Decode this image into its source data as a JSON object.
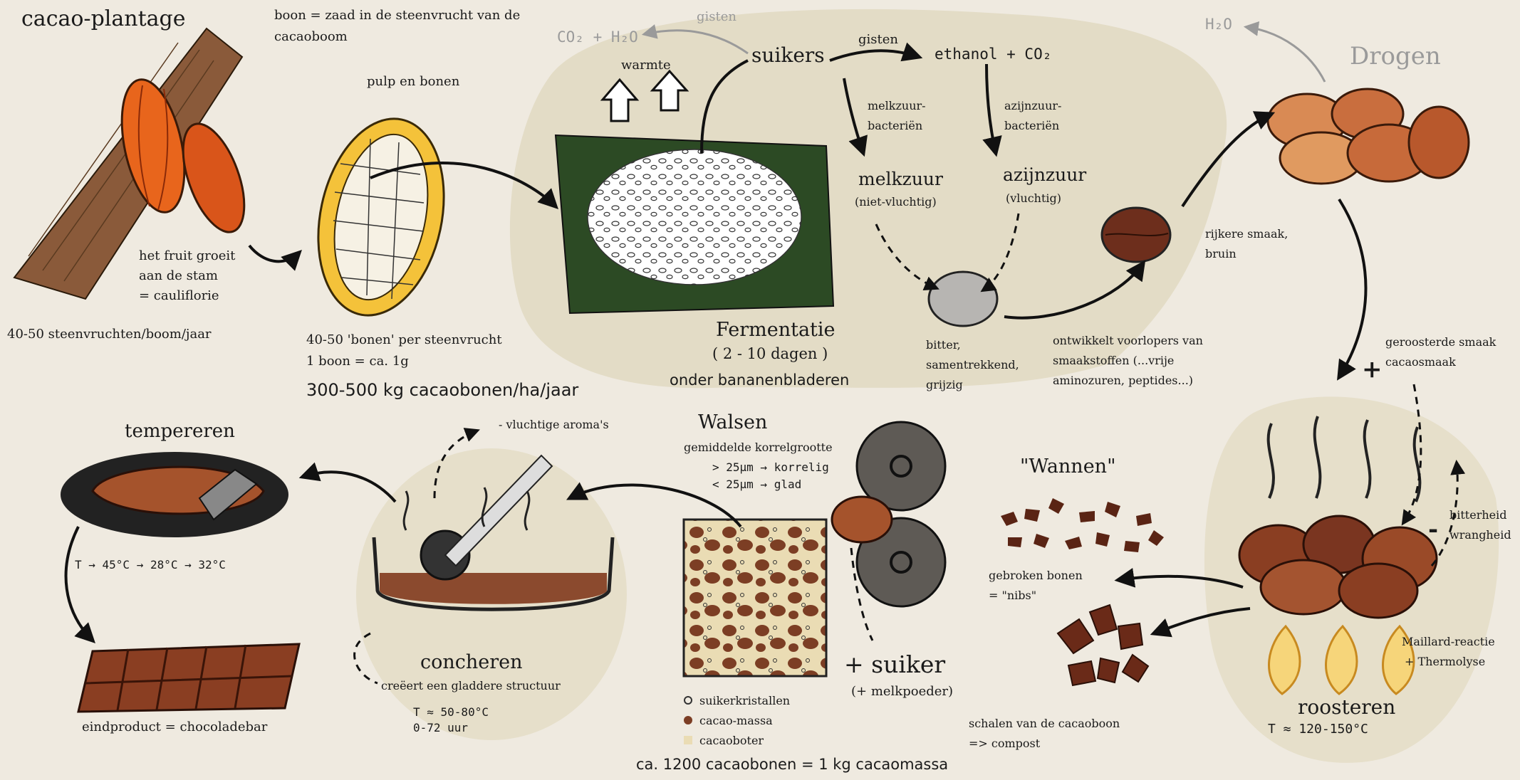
{
  "colors": {
    "background": "#efeae0",
    "blob": "#e3dcc6",
    "pod_orange": "#e8651c",
    "pod_yellow": "#f4c23a",
    "leaf_green": "#2c4a24",
    "bean_brown": "#8a3e22",
    "bean_light": "#c47a4a",
    "cocoa_mass": "#8b4a2e",
    "flame_yellow": "#f6d57a"
  },
  "icons": [
    "cacao-tree-icon",
    "cacao-pod-open-icon",
    "banana-leaf-icon",
    "warmte-arrow-icon",
    "grey-bean-icon",
    "brown-bean-icon",
    "dried-beans-icon",
    "roasting-beans-icon",
    "flame-icon",
    "nibs-icon",
    "shells-icon",
    "roller-mill-icon",
    "cocoa-mass-square-icon",
    "conche-icon",
    "tempering-icon",
    "chocolate-bar-icon"
  ],
  "plantation": {
    "title": "cacao-plantage",
    "note1": "het fruit groeit",
    "note2": "aan de stam",
    "note3": "= cauliflorie",
    "yield": "40-50 steenvruchten/boom/jaar"
  },
  "pod": {
    "def1": "boon = zaad in de steenvrucht van de",
    "def2": "cacaoboom",
    "pulp": "pulp en bonen",
    "beans1": "40-50 'bonen' per steenvrucht",
    "beans2": "1 boon = ca. 1g",
    "yield_ha": "300-500 kg cacaobonen/ha/jaar"
  },
  "fermentation": {
    "gisten_left": "gisten",
    "co2_h2o": "CO₂ + H₂O",
    "warmte": "warmte",
    "suikers": "suikers",
    "gisten_right": "gisten",
    "ethanol": "ethanol + CO₂",
    "lactic_bact1": "melkzuur-",
    "lactic_bact2": "bacteriën",
    "acetic_bact1": "azijnzuur-",
    "acetic_bact2": "bacteriën",
    "lactic": "melkzuur",
    "lactic_sub": "(niet-vluchtig)",
    "acetic": "azijnzuur",
    "acetic_sub": "(vluchtig)",
    "title": "Fermentatie",
    "duration": "( 2 - 10 dagen )",
    "under": "onder bananenbladeren",
    "bitter1": "bitter,",
    "bitter2": "samentrekkend,",
    "bitter3": "grijzig",
    "develops1": "ontwikkelt voorlopers van",
    "develops2": "smaakstoffen (...vrije",
    "develops3": "aminozuren, peptides...)",
    "richer1": "rijkere smaak,",
    "richer2": "bruin"
  },
  "drying": {
    "h2o": "H₂O",
    "title": "Drogen"
  },
  "roasting": {
    "plus": "+",
    "plus1": "geroosterde smaak",
    "plus2": "cacaosmaak",
    "minus": "-",
    "minus1": "bitterheid",
    "minus2": "wrangheid",
    "maillard1": "Maillard-reactie",
    "maillard2": "+ Thermolyse",
    "title": "roosteren",
    "temp": "T ≈ 120-150°C"
  },
  "winnowing": {
    "title": "\"Wannen\"",
    "nibs1": "gebroken bonen",
    "nibs2": "= \"nibs\"",
    "shells1": "schalen van de cacaoboon",
    "shells2": "=> compost"
  },
  "milling": {
    "title": "Walsen",
    "grain": "gemiddelde korrelgrootte",
    "coarse": "> 25μm → korrelig",
    "fine": "< 25μm → glad",
    "sugar": "+ suiker",
    "milk": "(+ melkpoeder)",
    "legend": [
      "suikerkristallen",
      "cacao-massa",
      "cacaoboter"
    ],
    "ratio": "ca. 1200 cacaobonen = 1 kg cacaomassa"
  },
  "conching": {
    "aroma": "- vluchtige aroma's",
    "title": "concheren",
    "desc": "creëert een gladdere structuur",
    "temp": "T ≈ 50-80°C",
    "time": "0-72 uur"
  },
  "tempering": {
    "title": "tempereren",
    "temp": "T → 45°C → 28°C → 32°C",
    "end": "eindproduct = chocoladebar"
  }
}
